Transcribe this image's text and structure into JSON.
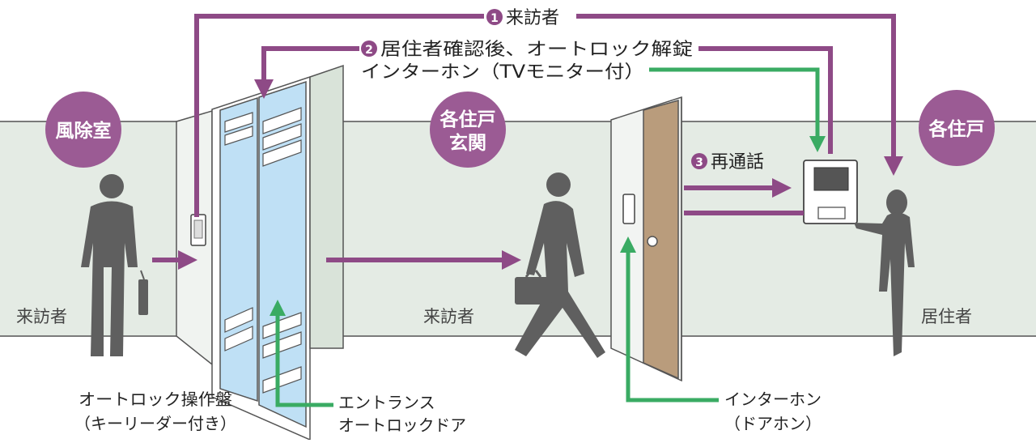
{
  "labels": {
    "step1": "来訪者",
    "step2": "居住者確認後、オートロック解錠",
    "intercom_tv": "インターホン（TVモニター付）",
    "step3": "再通話",
    "vestibule": "風除室",
    "entrance_line1": "各住戸",
    "entrance_line2": "玄関",
    "unit": "各住戸",
    "visitor_left": "来訪者",
    "visitor_center": "来訪者",
    "resident": "居住者",
    "panel_line1": "オートロック操作盤",
    "panel_line2": "（キーリーダー付き）",
    "door_line1": "エントランス",
    "door_line2": "オートロックドア",
    "doorphone_line1": "インターホン",
    "doorphone_line2": "（ドアホン）"
  },
  "badges": {
    "step1": "1",
    "step2": "2",
    "step3": "3"
  },
  "colors": {
    "purple": "#8e4a86",
    "green": "#3aab63",
    "circle": "#9b5b94",
    "wall": "#e4ebe4",
    "person": "#5f5f5f",
    "glass": "#bfe0f5",
    "door_wood": "#b99c7c"
  }
}
